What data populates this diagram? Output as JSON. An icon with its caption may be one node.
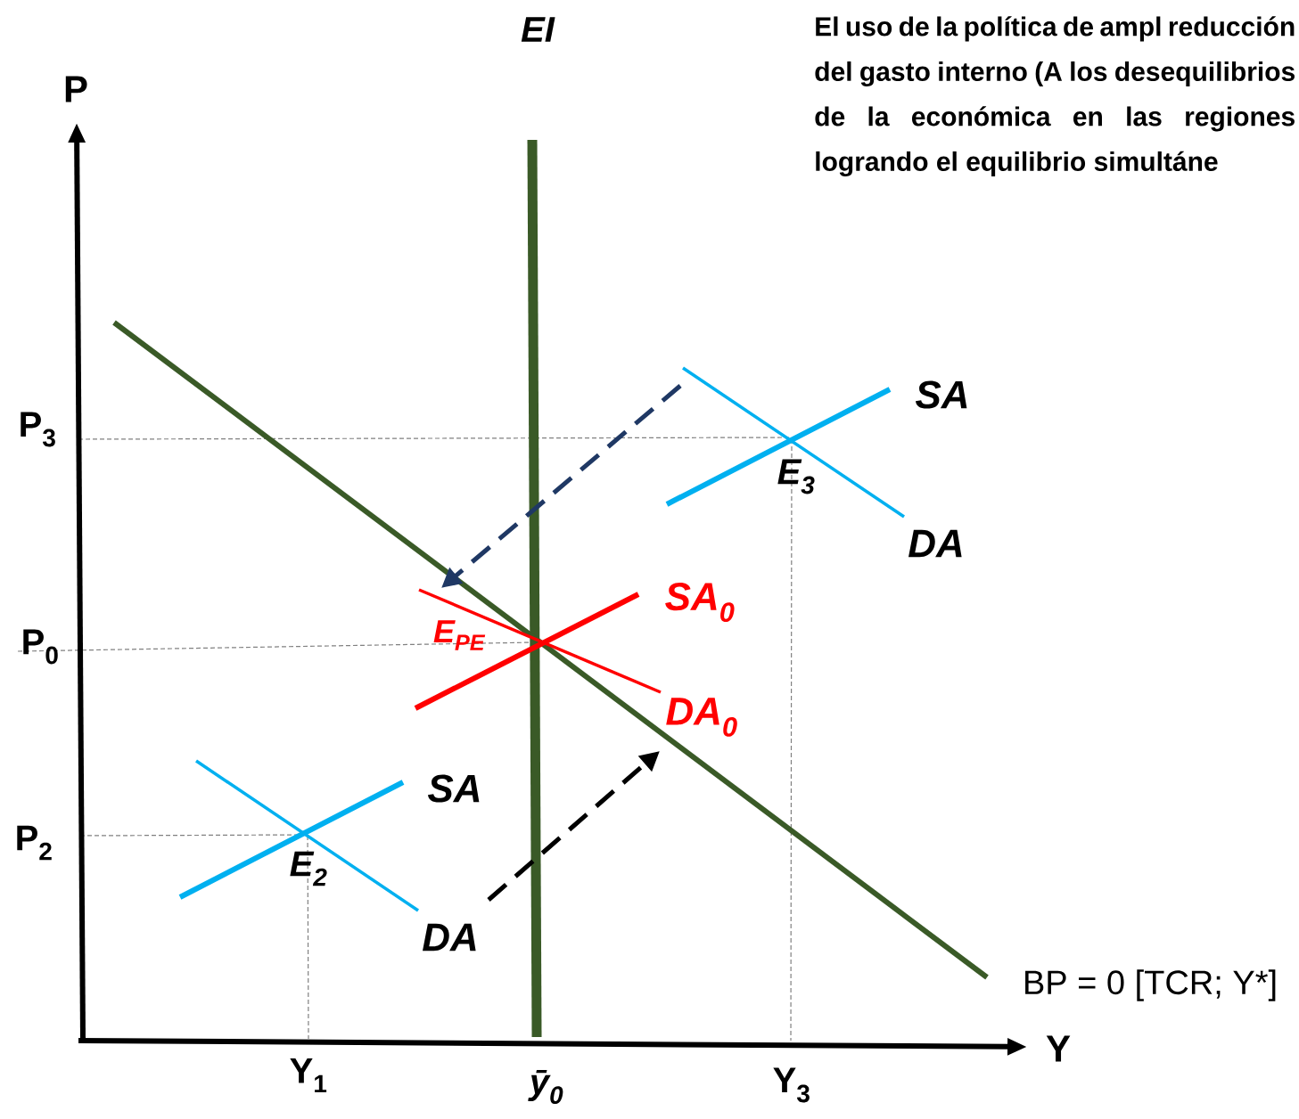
{
  "diagram": {
    "labels": [
      "EI",
      "El uso de la política de ampl reducción del gasto interno (A los desequilibrios de la económica en las regiones logrando el equilibrio simultáne",
      "P",
      "P$_{3}$",
      "SA",
      "E$_{3}$",
      "DA",
      "SA$_{0}$",
      "E$_{PE}$",
      "P$_{0}$",
      "DA$_{0}$",
      "SA",
      "P$_{2}$",
      "E$_{2}$",
      "DA",
      "BP = 0 [TCR; Y*]",
      "Y",
      "Y$_{1}$",
      "ȳ$_{0}$",
      "Y$_{3}$"
    ]
  }
}
